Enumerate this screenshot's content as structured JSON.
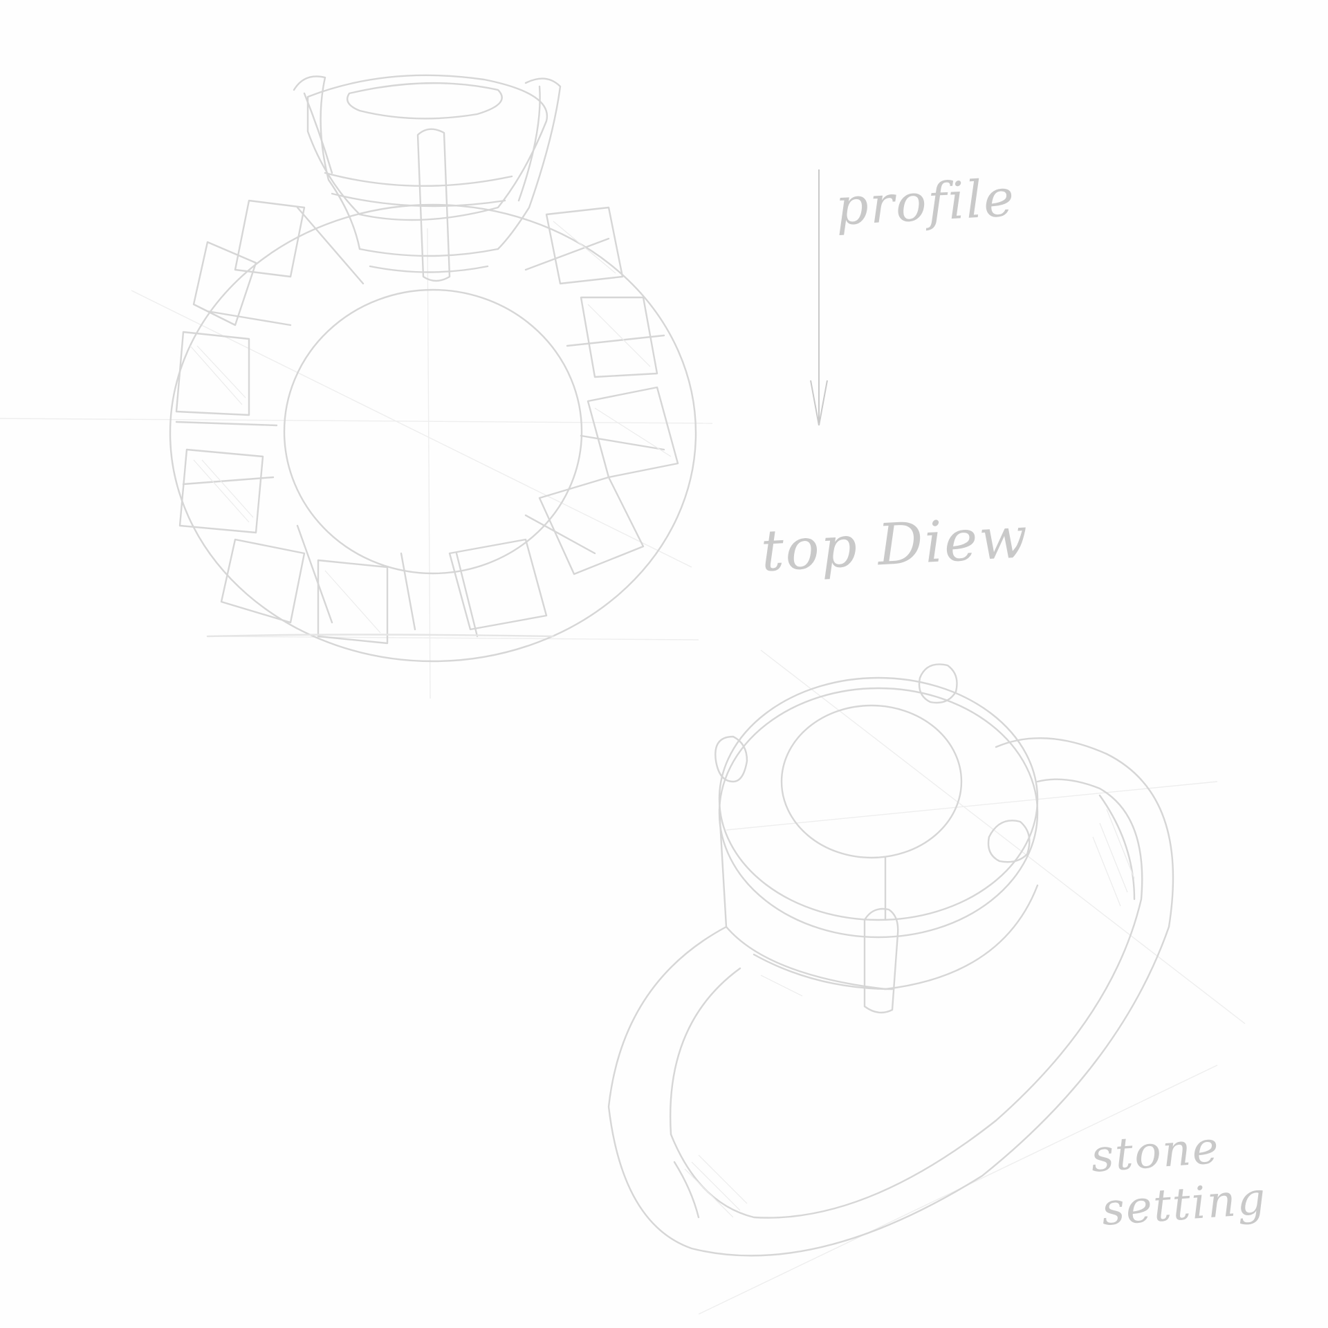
{
  "sketch_sheet": {
    "labels": {
      "profile": "profile",
      "top_view": "top Diew",
      "stone_setting_line1": "stone",
      "stone_setting_line2": "setting"
    }
  },
  "colors": {
    "paper": "#fefefe",
    "pencil": "#d6d6d6",
    "pencil_dark": "#c4c4c4",
    "shading": "#ececec"
  }
}
